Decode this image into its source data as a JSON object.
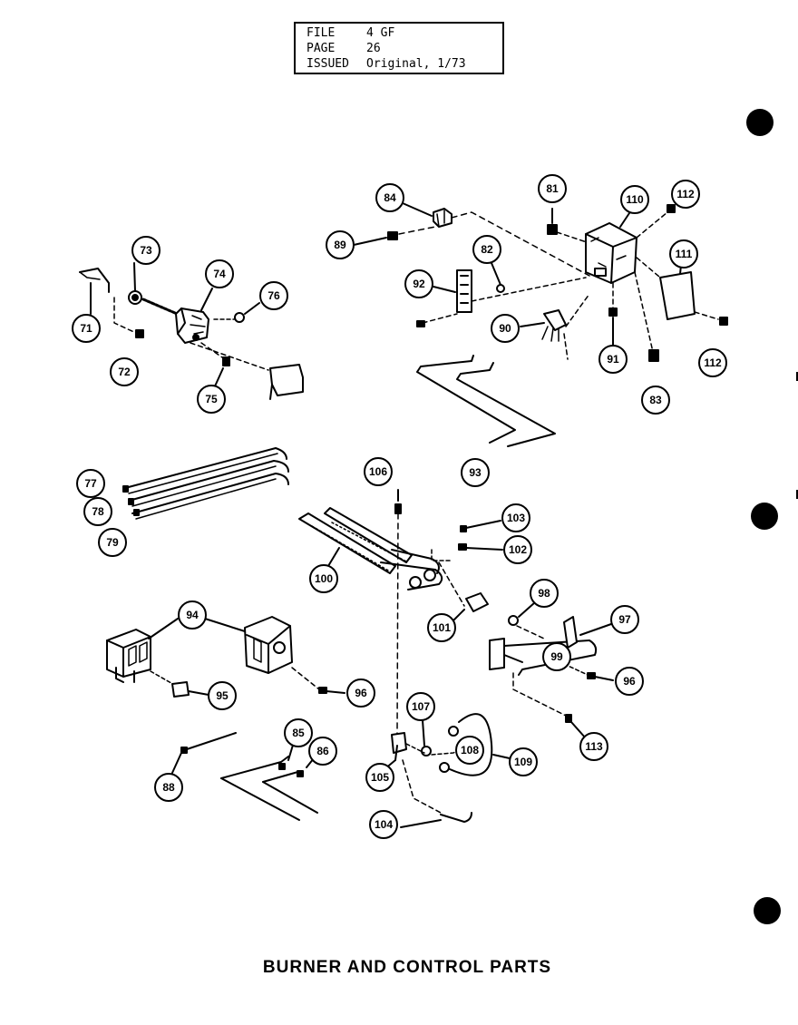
{
  "header": {
    "rows": [
      {
        "label": "FILE",
        "value": "4 GF"
      },
      {
        "label": "PAGE",
        "value": "26"
      },
      {
        "label": "ISSUED",
        "value": "Original, 1/73"
      }
    ]
  },
  "title": "BURNER AND CONTROL PARTS",
  "callouts": [
    "71",
    "72",
    "73",
    "74",
    "75",
    "76",
    "77",
    "78",
    "79",
    "81",
    "82",
    "83",
    "84",
    "85",
    "86",
    "88",
    "89",
    "90",
    "91",
    "92",
    "93",
    "94",
    "95",
    "96",
    "96",
    "97",
    "98",
    "99",
    "100",
    "101",
    "102",
    "103",
    "104",
    "105",
    "106",
    "107",
    "108",
    "109",
    "110",
    "111",
    "112",
    "112",
    "113"
  ]
}
